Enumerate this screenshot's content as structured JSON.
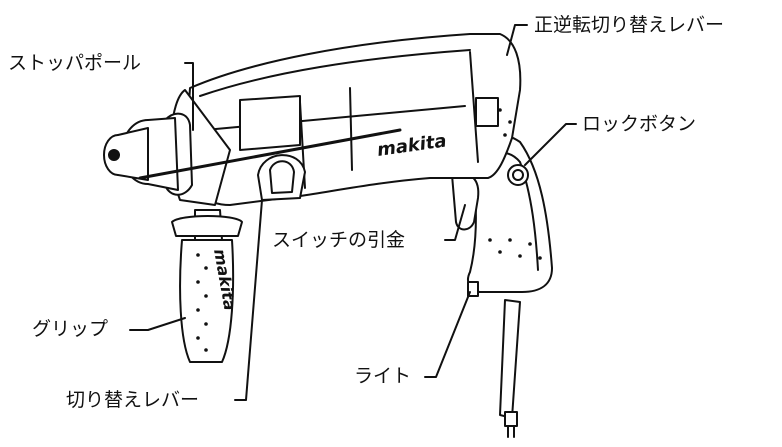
{
  "labels": {
    "stopper_pole": "ストッパポール",
    "reverse_lever": "正逆転切り替えレバー",
    "lock_button": "ロックボタン",
    "switch_trigger": "スイッチの引金",
    "grip": "グリップ",
    "light": "ライト",
    "mode_lever": "切り替えレバー"
  },
  "brand": "makita",
  "colors": {
    "line": "#111111",
    "background": "#ffffff"
  }
}
